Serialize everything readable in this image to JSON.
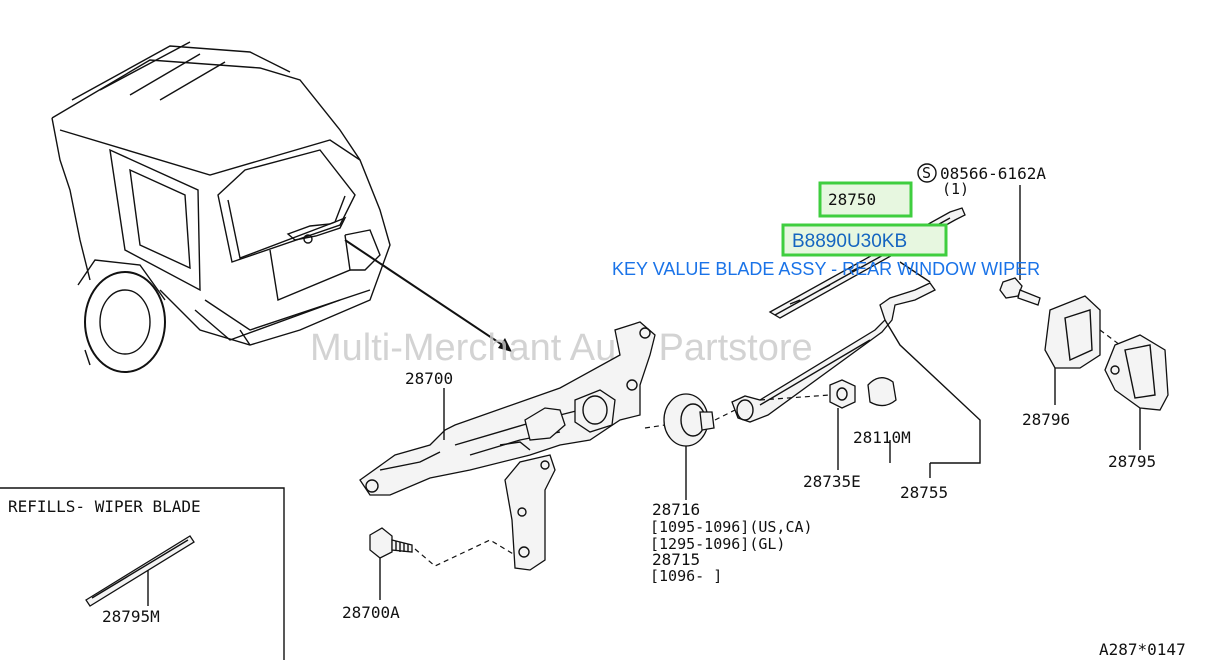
{
  "labels": {
    "p28700": "28700",
    "p28716": "28716",
    "range1": "[1095-1096](US,CA)",
    "range2": "[1295-1096](GL)",
    "p28715": "28715",
    "range3": "[1096-     ]",
    "p28735E": "28735E",
    "p28110M": "28110M",
    "p28755": "28755",
    "p28796": "28796",
    "p28795": "28795",
    "p28700A": "28700A",
    "p28795M": "28795M",
    "screw_num": "08566-6162A",
    "screw_qty": "(1)",
    "screw_symbol": "S"
  },
  "highlight": {
    "part_number": "28750",
    "oem_code": "B8890U30KB",
    "key_value": "KEY VALUE BLADE ASSY - REAR WINDOW WIPER",
    "box_color": "#3fce3f",
    "box_fill": "#e7f7e0",
    "text_color": "#1a73e8"
  },
  "refills": {
    "title": "REFILLS- WIPER BLADE"
  },
  "watermark": "Multi-Merchant Auto Partstore",
  "diagram_code": "A287*0147"
}
